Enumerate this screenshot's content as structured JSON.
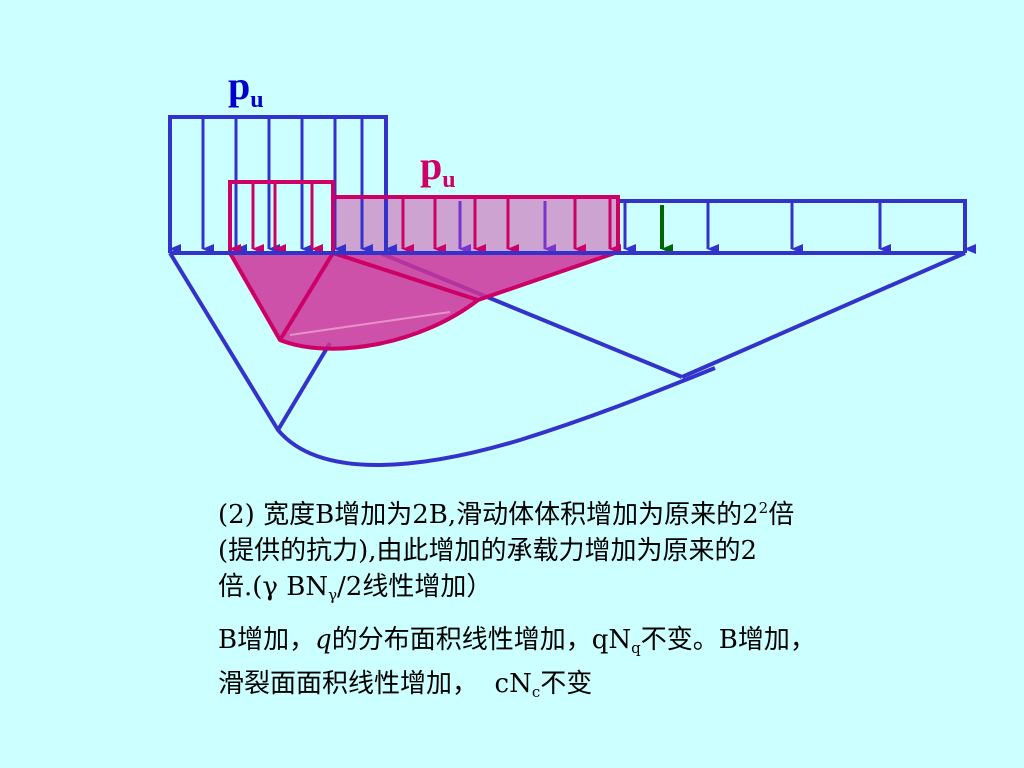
{
  "colors": {
    "background": "#ccffff",
    "blue": "#3333cc",
    "pink": "#cc0066",
    "pink_fill": "#cc3399",
    "green": "#006600"
  },
  "labels": {
    "p_main": "p",
    "p_sub": "u"
  },
  "text": {
    "para1": {
      "line1_a": "(2) 宽度B增加为2B,滑动体体积增加为原来的2",
      "line1_sup": "2",
      "line1_b": "倍",
      "line2": "(提供的抗力),由此增加的承载力增加为原来的2",
      "line3_a": "倍.(γ BN",
      "line3_sub": "γ",
      "line3_b": "/2线性增加）"
    },
    "para2": {
      "line1_a": "B增加，",
      "line1_q": "q",
      "line1_b": "的分布面积线性增加，qN",
      "line1_sub": "q",
      "line1_c": "不变。B增加，",
      "line2_a": "滑裂面面积线性增加，  cN",
      "line2_sub": "c",
      "line2_b": "不变"
    }
  }
}
